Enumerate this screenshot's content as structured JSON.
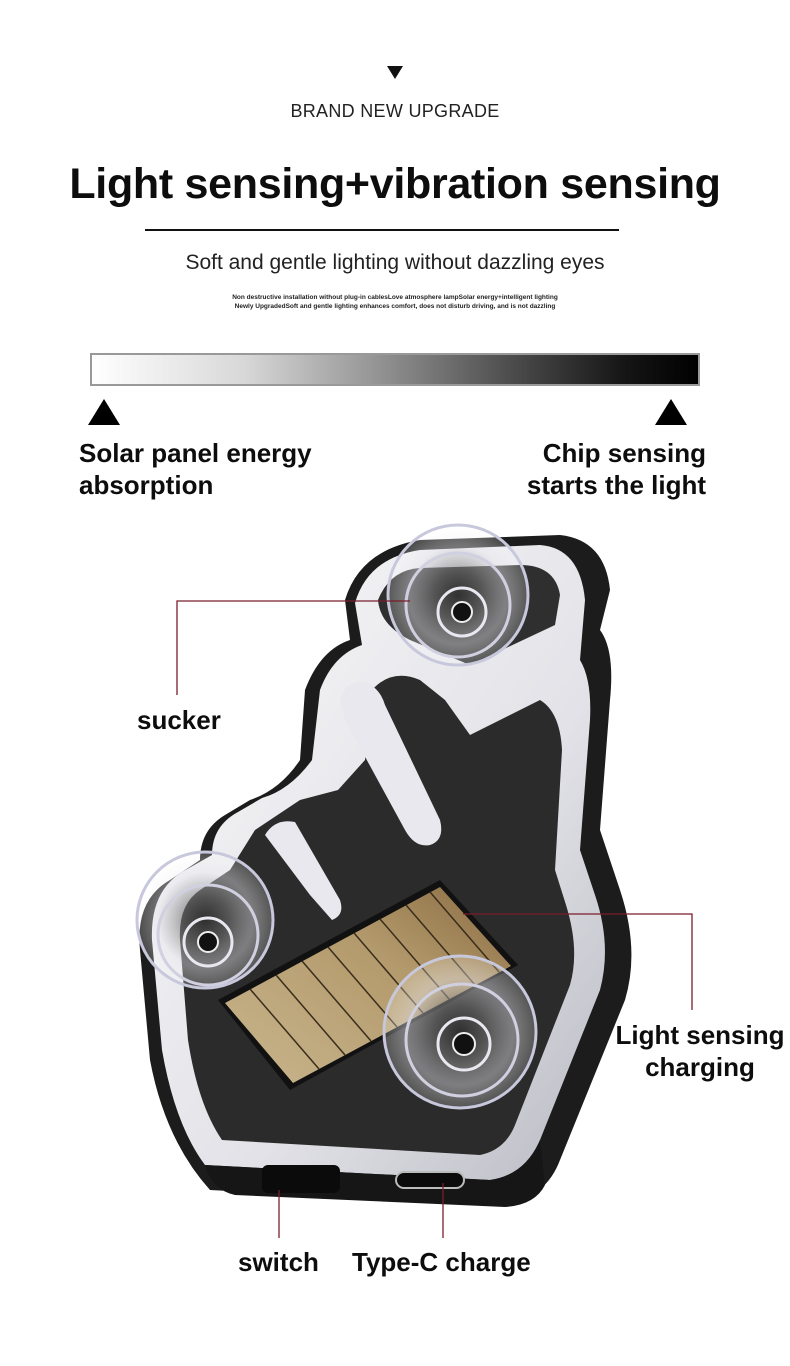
{
  "header": {
    "marker_icon": "down-triangle",
    "eyebrow": "BRAND NEW UPGRADE",
    "headline": "Light sensing+vibration sensing",
    "subheadline": "Soft and gentle lighting without dazzling eyes",
    "fine_print": [
      "Non destructive installation without plug-in cablesLove atmosphere lampSolar energy+intelligent lighting",
      "Newly UpgradedSoft and gentle lighting enhances comfort, does not disturb driving, and is not dazzling"
    ]
  },
  "light_scale": {
    "gradient_from": "#ffffff",
    "gradient_to": "#000000",
    "left_label_line1": "Solar panel energy",
    "left_label_line2": "absorption",
    "right_label_line1": "Chip sensing",
    "right_label_line2": "starts the light"
  },
  "product": {
    "description": "Hand-shaped (finger heart) car LED light with solar panel and suction cups",
    "colors": {
      "body": "#2b2b2b",
      "rim": "#e9e9ee",
      "solar_panel": "#b59c70",
      "callout_line": "#7a1e2c"
    },
    "callouts": {
      "sucker": "sucker",
      "light_sensing_line1": "Light sensing",
      "light_sensing_line2": "charging",
      "switch": "switch",
      "type_c": "Type-C charge"
    }
  }
}
